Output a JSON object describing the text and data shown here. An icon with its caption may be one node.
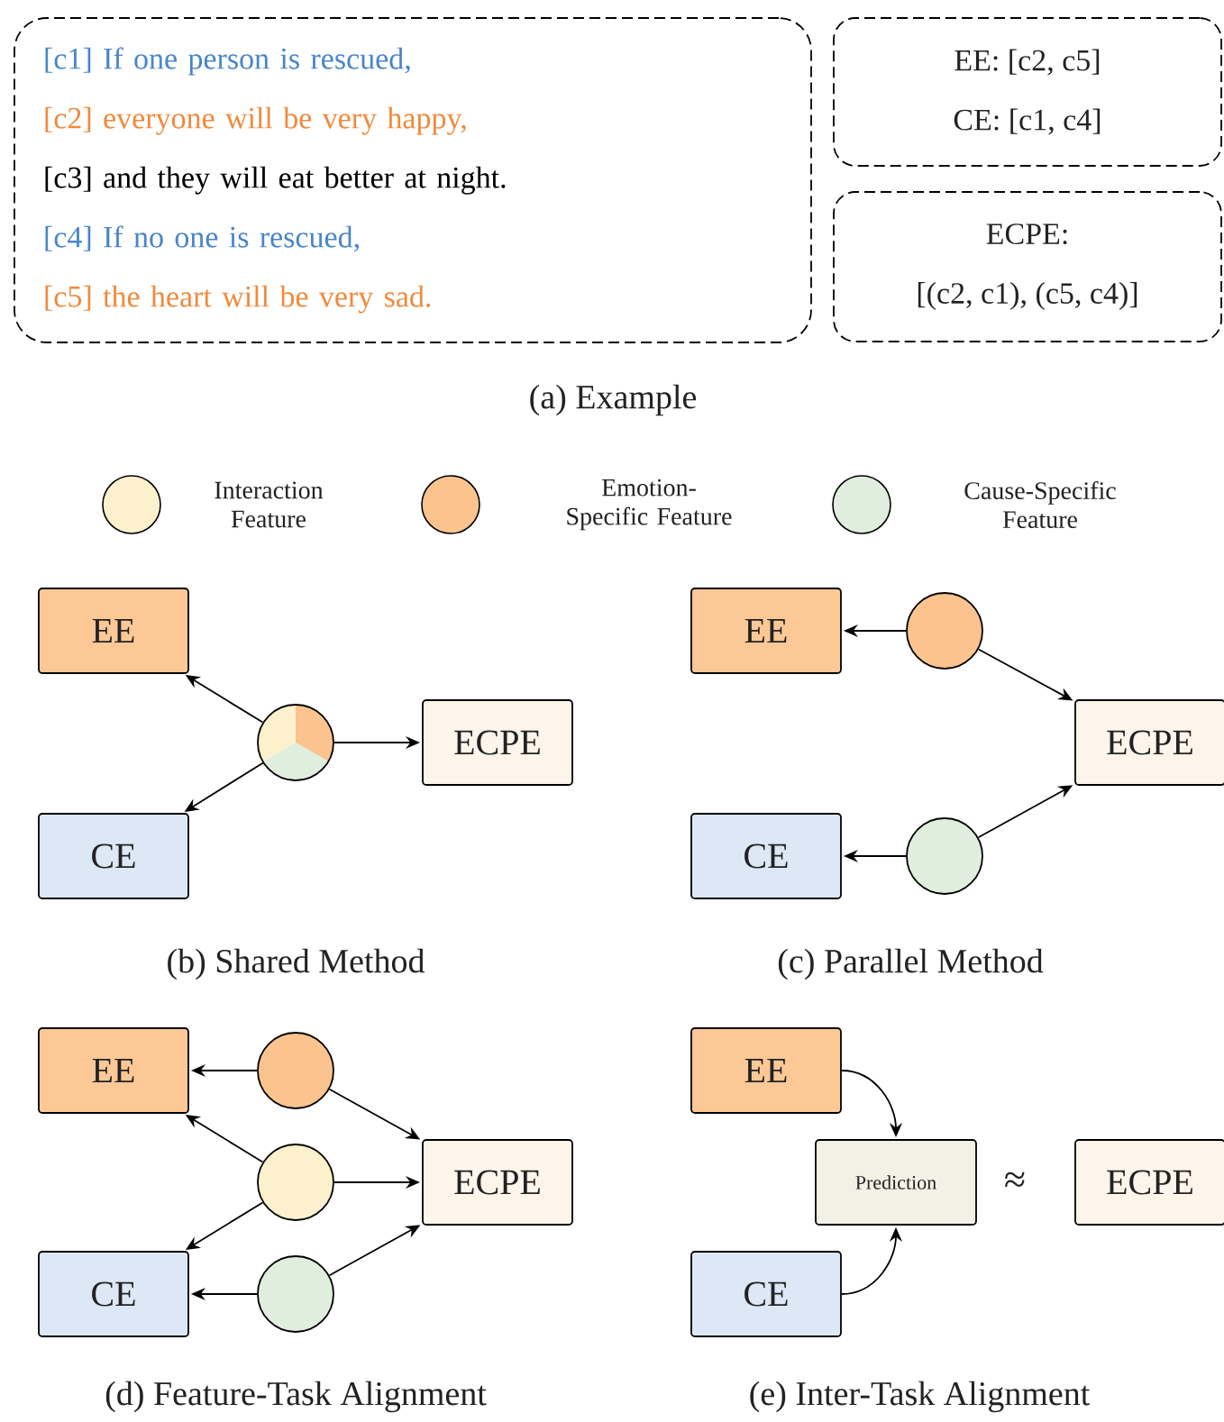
{
  "diagram": {
    "nodes": [
      {
        "text": [
          "[c1] If one person is rescued,",
          "[c2] everyone will be very happy,",
          "[c3] and they will eat better at night.",
          "[c4] If no one is rescued,",
          "[c5] the heart will be very sad."
        ]
      },
      {
        "text": [
          "EE: [c2, c5]",
          "CE: [c1, c4]"
        ]
      },
      {
        "text": [
          "ECPE:",
          "[(c2, c1), (c5, c4)]"
        ]
      },
      {
        "text": [
          "EE"
        ]
      },
      {
        "text": [],
        "shape": "circle"
      },
      {
        "text": [
          "ECPE"
        ]
      },
      {
        "text": [
          "CE"
        ]
      },
      {
        "text": [
          "EE"
        ]
      },
      {
        "text": [],
        "shape": "circle"
      },
      {
        "text": [
          "ECPE"
        ]
      },
      {
        "text": [
          "CE"
        ]
      },
      {
        "text": [],
        "shape": "circle"
      },
      {
        "text": [
          "EE"
        ]
      },
      {
        "text": [],
        "shape": "circle"
      },
      {
        "text": [],
        "shape": "circle"
      },
      {
        "text": [
          "ECPE"
        ]
      },
      {
        "text": [
          "CE"
        ]
      },
      {
        "text": [],
        "shape": "circle"
      },
      {
        "text": [
          "EE"
        ]
      },
      {
        "text": [
          "Prediction"
        ]
      },
      {
        "text": [
          "ECPE"
        ]
      },
      {
        "text": [
          "CE"
        ]
      }
    ],
    "edges": [
      {
        "from": 4,
        "to": 3,
        "arrow": "to"
      },
      {
        "from": 4,
        "to": 5,
        "arrow": "to"
      },
      {
        "from": 4,
        "to": 6,
        "arrow": "to"
      },
      {
        "from": 8,
        "to": 7,
        "arrow": "to"
      },
      {
        "from": 8,
        "to": 9,
        "arrow": "to"
      },
      {
        "from": 11,
        "to": 10,
        "arrow": "to"
      },
      {
        "from": 11,
        "to": 9,
        "arrow": "to"
      },
      {
        "from": 13,
        "to": 12,
        "arrow": "to"
      },
      {
        "from": 13,
        "to": 15,
        "arrow": "to"
      },
      {
        "from": 14,
        "to": 12,
        "arrow": "to"
      },
      {
        "from": 14,
        "to": 15,
        "arrow": "to"
      },
      {
        "from": 14,
        "to": 16,
        "arrow": "to"
      },
      {
        "from": 17,
        "to": 16,
        "arrow": "to"
      },
      {
        "from": 17,
        "to": 15,
        "arrow": "to"
      },
      {
        "from": 18,
        "to": 19,
        "arrow": "to"
      },
      {
        "from": 21,
        "to": 19,
        "arrow": "to"
      }
    ],
    "labels": [
      "(a) Example",
      "(b) Shared Method",
      "(c) Parallel Method",
      "≈",
      "(d) Feature-Task Alignment",
      "(e) Inter-Task Alignment"
    ],
    "legend": [
      {
        "text": "Interaction Feature",
        "color": "#fdf0cc"
      },
      {
        "text": "Emotion-Specific Feature",
        "color": "#fbc38e"
      },
      {
        "text": "Cause-Specific Feature",
        "color": "#dfeedd"
      }
    ]
  }
}
